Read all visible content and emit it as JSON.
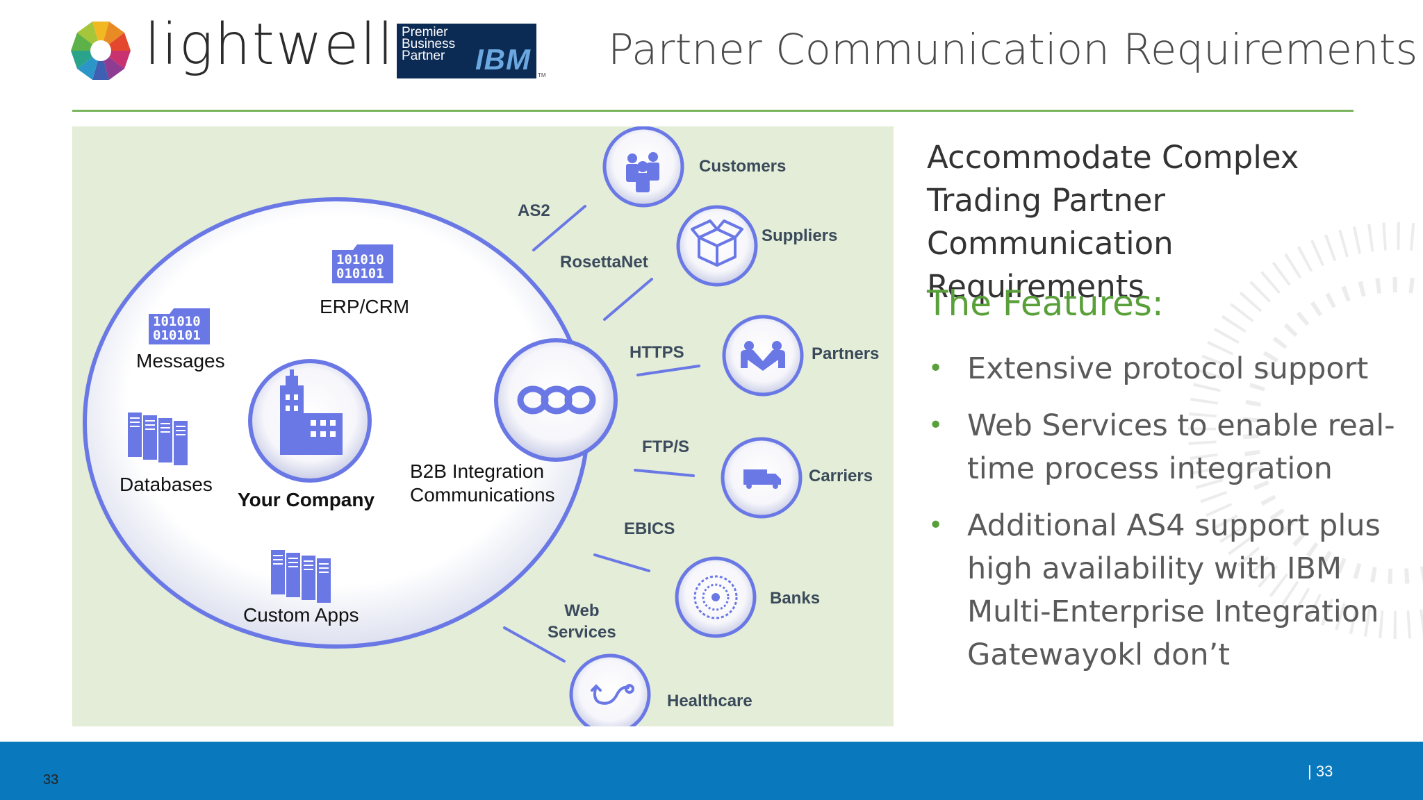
{
  "header": {
    "logo_text": "lightwell",
    "badge_line1": "Premier",
    "badge_line2": "Business",
    "badge_line3": "Partner",
    "badge_logo": "IBM",
    "badge_tm": "TM",
    "title": "Partner Communication Requirements"
  },
  "diagram": {
    "inner": {
      "erp": "ERP/CRM",
      "messages": "Messages",
      "databases": "Databases",
      "your_company": "Your Company",
      "b2b_line1": "B2B Integration",
      "b2b_line2": "Communications",
      "custom_apps": "Custom Apps",
      "binary_line1": "101010",
      "binary_line2": "010101"
    },
    "protocols": {
      "as2": "AS2",
      "rosettanet": "RosettaNet",
      "https": "HTTPS",
      "ftps": "FTP/S",
      "ebics": "EBICS",
      "web_services_line1": "Web",
      "web_services_line2": "Services"
    },
    "partners": {
      "customers": "Customers",
      "suppliers": "Suppliers",
      "partners": "Partners",
      "carriers": "Carriers",
      "banks": "Banks",
      "healthcare": "Healthcare"
    },
    "icons": [
      "people-icon",
      "box-icon",
      "handshake-icon",
      "truck-icon",
      "money-globe-icon",
      "stethoscope-icon",
      "building-icon",
      "chain-link-icon",
      "database-icon",
      "binary-folder-icon"
    ]
  },
  "content": {
    "heading_line1": "Accommodate Complex",
    "heading_line2": "Trading Partner",
    "heading_line3": "Communication Requirements",
    "features_title": "The Features:",
    "features": [
      "Extensive protocol support",
      "Web Services to enable real-time process integration",
      "Additional AS4 support plus high availability with IBM Multi-Enterprise Integration Gatewayokl don’t"
    ]
  },
  "footer": {
    "page_left": "33",
    "page_right": "| 33"
  },
  "colors": {
    "accent_green": "#5aa03a",
    "rule_green": "#7ab55c",
    "footer_blue": "#0a78bd",
    "node_blue": "#6a78e6",
    "panel_bg": "#e3edd7"
  }
}
